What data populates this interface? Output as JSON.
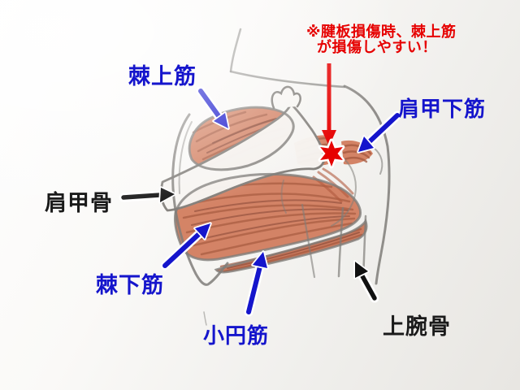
{
  "diagram": {
    "note": {
      "line1": "※腱板損傷時、棘上筋",
      "line2": "が損傷しやすい！"
    },
    "labels": {
      "supraspinatus": "棘上筋",
      "subscapularis": "肩甲下筋",
      "scapula": "肩甲骨",
      "infraspinatus": "棘下筋",
      "teres_minor": "小円筋",
      "humerus": "上腕骨"
    },
    "colors": {
      "label_blue": "#1515cc",
      "label_black": "#1a1a1a",
      "note_red": "#e60000",
      "muscle_orange": "#cf7757",
      "muscle_streak": "#a3573d",
      "pencil_gray": "#8d8b87"
    }
  }
}
